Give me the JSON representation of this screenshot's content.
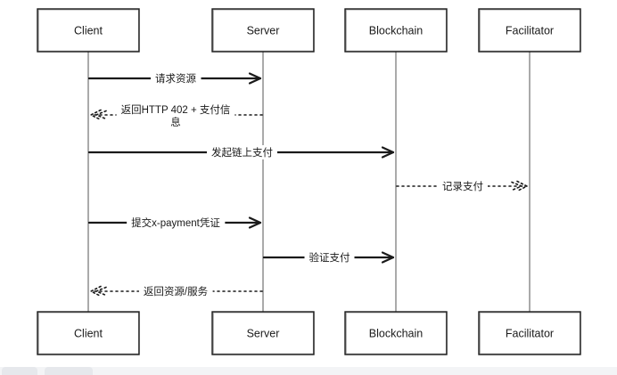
{
  "participants": [
    {
      "id": "client",
      "label": "Client"
    },
    {
      "id": "server",
      "label": "Server"
    },
    {
      "id": "blockchain",
      "label": "Blockchain"
    },
    {
      "id": "facilitator",
      "label": "Facilitator"
    }
  ],
  "messages": [
    {
      "id": "request-resource",
      "from": "client",
      "to": "server",
      "style": "solid",
      "lines": [
        "请求资源"
      ]
    },
    {
      "id": "return-402",
      "from": "server",
      "to": "client",
      "style": "dotted",
      "lines": [
        "返回HTTP 402 + 支付信",
        "息"
      ]
    },
    {
      "id": "initiate-onchain-payment",
      "from": "client",
      "to": "blockchain",
      "style": "solid",
      "lines": [
        "发起链上支付"
      ]
    },
    {
      "id": "record-payment",
      "from": "blockchain",
      "to": "facilitator",
      "style": "dotted",
      "lines": [
        "记录支付"
      ]
    },
    {
      "id": "submit-x-payment",
      "from": "client",
      "to": "server",
      "style": "solid",
      "lines": [
        "提交x-payment凭证"
      ]
    },
    {
      "id": "verify-payment",
      "from": "server",
      "to": "blockchain",
      "style": "solid",
      "lines": [
        "验证支付"
      ]
    },
    {
      "id": "return-resource-service",
      "from": "server",
      "to": "client",
      "style": "dotted",
      "lines": [
        "返回资源/服务"
      ]
    }
  ]
}
